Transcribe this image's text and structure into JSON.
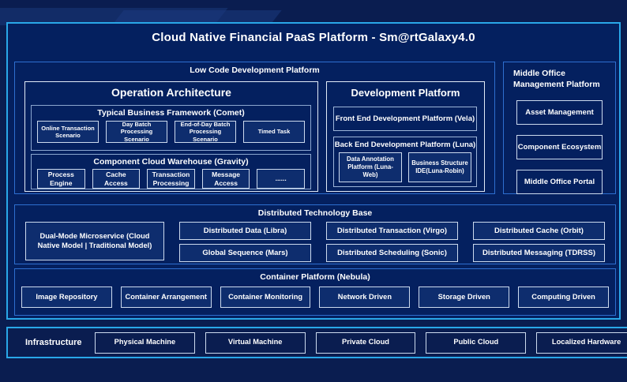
{
  "title": "Cloud Native Financial PaaS Platform - Sm@rtGalaxy4.0",
  "colors": {
    "page_bg": "#0a1d50",
    "outer_border": "#29a7e8",
    "section_border": "#2e6fd0",
    "white_border": "#e2ebf7",
    "leaf_fill": "#0e2d6e"
  },
  "low_code": {
    "label": "Low Code Development Platform",
    "operation_architecture": {
      "title": "Operation Architecture",
      "comet": {
        "label": "Typical Business Framework (Comet)",
        "items": [
          "Online Transaction Scenario",
          "Day Batch Processing Scenario",
          "End-of-Day Batch Processing Scenario",
          "Timed Task"
        ]
      },
      "gravity": {
        "label": "Component Cloud Warehouse (Gravity)",
        "items": [
          "Process Engine",
          "Cache Access",
          "Transaction Processing",
          "Message Access",
          "......"
        ]
      }
    },
    "development_platform": {
      "title": "Development Platform",
      "front_end": "Front End Development Platform (Vela)",
      "back_end": {
        "label": "Back End Development Platform (Luna)",
        "items": [
          "Data Annotation Platform (Luna-Web)",
          "Business Structure IDE(Luna-Robin)"
        ]
      }
    }
  },
  "middle_office": {
    "label": "Middle Office Management Platform",
    "items": [
      "Asset Management",
      "Component Ecosystem",
      "Middle Office Portal"
    ]
  },
  "distributed": {
    "label": "Distributed Technology Base",
    "dual_mode": "Dual-Mode Microservice (Cloud Native Model | Traditional Model)",
    "columns": [
      [
        "Distributed Data (Libra)",
        "Global Sequence (Mars)"
      ],
      [
        "Distributed Transaction (Virgo)",
        "Distributed Scheduling (Sonic)"
      ],
      [
        "Distributed Cache (Orbit)",
        "Distributed Messaging (TDRSS)"
      ]
    ]
  },
  "container_platform": {
    "label": "Container Platform (Nebula)",
    "items": [
      "Image Repository",
      "Container Arrangement",
      "Container Monitoring",
      "Network Driven",
      "Storage Driven",
      "Computing Driven"
    ]
  },
  "infrastructure": {
    "label": "Infrastructure",
    "items": [
      "Physical Machine",
      "Virtual Machine",
      "Private Cloud",
      "Public Cloud",
      "Localized Hardware"
    ]
  }
}
